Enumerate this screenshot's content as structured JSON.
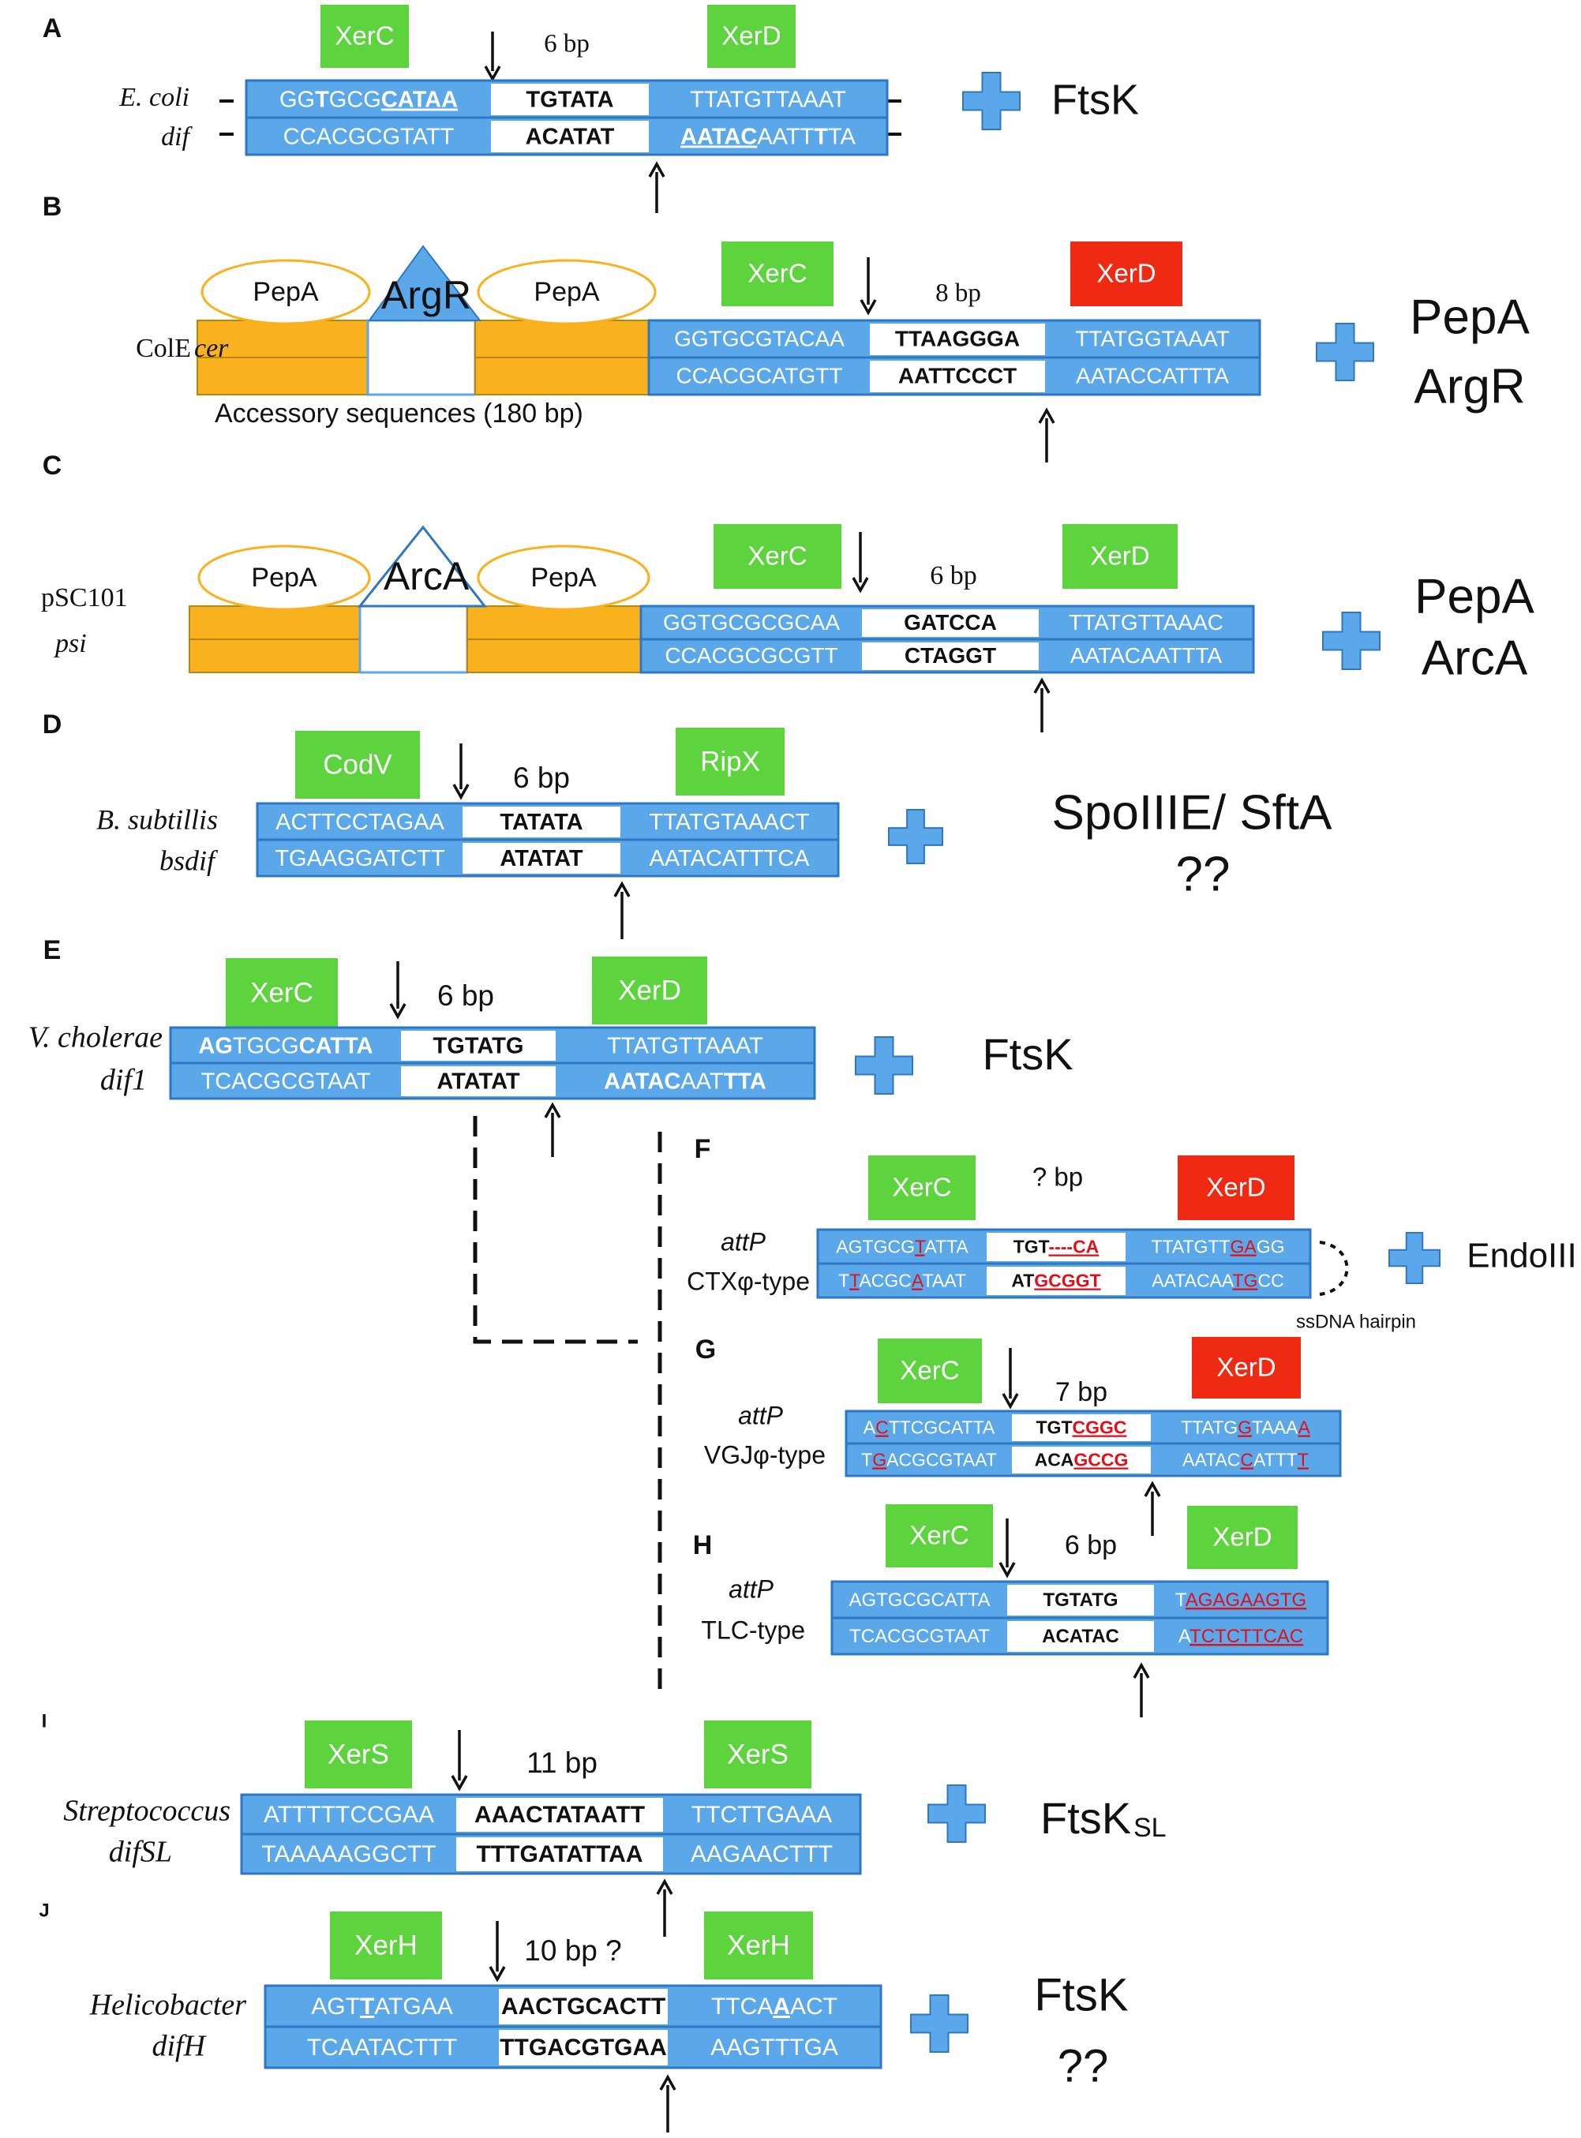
{
  "colors": {
    "blue": "#5aa8ea",
    "blueEdge": "#2f76c3",
    "green": "#5dd33e",
    "red": "#f02a12",
    "orange": "#f9b21e",
    "orangeEdge": "#b8860b",
    "redText": "#e0101a",
    "bold": "#111111"
  },
  "panels": [
    {
      "letter": "A",
      "org1": "E. coli",
      "org2": "dif",
      "org2Italic": true,
      "rec1": "XerC",
      "rec2": "XerD",
      "rec1Color": "green",
      "rec2Color": "green",
      "spacer": "6 bp",
      "top": [
        [
          "GG",
          0
        ],
        [
          "T",
          1
        ],
        [
          "GCG",
          0
        ],
        [
          "CATAA",
          1,
          1
        ]
      ],
      "topMid": [
        [
          "TGTATA",
          0
        ]
      ],
      "topRight": [
        [
          "TTATGTTAAAT",
          0
        ]
      ],
      "bot": [
        [
          "CCACGCGTATT",
          0
        ]
      ],
      "botMid": [
        [
          "ACATAT",
          0
        ]
      ],
      "botRight": [
        [
          "AATAC",
          1,
          1
        ],
        [
          "AATT",
          0
        ],
        [
          "T",
          1
        ],
        [
          "TA",
          0
        ]
      ],
      "factors": [
        "FtsK"
      ]
    },
    {
      "letter": "B",
      "org1": "ColE",
      "org2": "cer",
      "rec1": "XerC",
      "rec2": "XerD",
      "rec1Color": "green",
      "rec2Color": "red",
      "spacer": "8 bp",
      "accLabel": "Accessory sequences (180 bp)",
      "protA": "PepA",
      "protMid": "ArgR",
      "protB": "PepA",
      "top": [
        [
          "GGTGCGTACAA",
          0
        ]
      ],
      "topMid": [
        [
          "TTAAGGGA",
          0
        ]
      ],
      "topRight": [
        [
          "TTATGGTAAAT",
          0
        ]
      ],
      "bot": [
        [
          "CCACGCATGTT",
          0
        ]
      ],
      "botMid": [
        [
          "AATTCCCT",
          0
        ]
      ],
      "botRight": [
        [
          "AATACCATTTA",
          0
        ]
      ],
      "factors": [
        "PepA",
        "ArgR"
      ]
    },
    {
      "letter": "C",
      "org1": "pSC101",
      "org2": "psi",
      "rec1": "XerC",
      "rec2": "XerD",
      "rec1Color": "green",
      "rec2Color": "green",
      "spacer": "6 bp",
      "protA": "PepA",
      "protMid": "ArcA",
      "protB": "PepA",
      "top": [
        [
          "GGTGCGCGCAA",
          0
        ]
      ],
      "topMid": [
        [
          "GATCCA",
          0
        ]
      ],
      "topRight": [
        [
          "TTATGTTAAAC",
          0
        ]
      ],
      "bot": [
        [
          "CCACGCGCGTT",
          0
        ]
      ],
      "botMid": [
        [
          "CTAGGT",
          0
        ]
      ],
      "botRight": [
        [
          "AATACAATTTA",
          0
        ]
      ],
      "factors": [
        "PepA",
        "ArcA"
      ]
    },
    {
      "letter": "D",
      "org1": "B. subtillis",
      "org2": "bsdif",
      "rec1": "CodV",
      "rec2": "RipX",
      "rec1Color": "green",
      "rec2Color": "green",
      "spacer": "6 bp",
      "top": [
        [
          "ACTTCCTAGAA",
          0
        ]
      ],
      "topMid": [
        [
          "TATATA",
          0
        ]
      ],
      "topRight": [
        [
          "TTATGTAAACT",
          0
        ]
      ],
      "bot": [
        [
          "TGAAGGATCTT",
          0
        ]
      ],
      "botMid": [
        [
          "ATATAT",
          0
        ]
      ],
      "botRight": [
        [
          "AATACATTTCA",
          0
        ]
      ],
      "factors": [
        "SpoIIIE/ SftA",
        "??"
      ]
    },
    {
      "letter": "E",
      "org1": "V. cholerae",
      "org2": "dif1",
      "rec1": "XerC",
      "rec2": "XerD",
      "rec1Color": "green",
      "rec2Color": "green",
      "spacer": "6 bp",
      "top": [
        [
          "AG",
          1
        ],
        [
          "T",
          0
        ],
        [
          "GCG",
          0
        ],
        [
          "CATTA",
          1
        ]
      ],
      "topMid": [
        [
          "TGTATG",
          0
        ]
      ],
      "topRight": [
        [
          "TTATGTTAAAT",
          0
        ]
      ],
      "bot": [
        [
          "TCACGCGTAAT",
          0
        ]
      ],
      "botMid": [
        [
          "ATATAT",
          0
        ]
      ],
      "botRight": [
        [
          "AATAC",
          1
        ],
        [
          "AAT",
          0
        ],
        [
          "TTA",
          1
        ]
      ],
      "factors": [
        "FtsK"
      ]
    },
    {
      "letter": "F",
      "org1": "attP",
      "org2": "CTXφ-type",
      "rec1": "XerC",
      "rec2": "XerD",
      "rec1Color": "green",
      "rec2Color": "red",
      "spacer": "? bp",
      "top": [
        [
          "AGTGCG",
          0
        ],
        [
          "T",
          2
        ],
        [
          "ATTA",
          0
        ]
      ],
      "topMid": [
        [
          "TGT",
          0
        ],
        [
          "----CA",
          2
        ]
      ],
      "topRight": [
        [
          "TTATGTT",
          0
        ],
        [
          "GA",
          2
        ],
        [
          "GG",
          0
        ]
      ],
      "bot": [
        [
          "T",
          0
        ],
        [
          "T",
          2
        ],
        [
          "ACGC",
          0
        ],
        [
          "A",
          2
        ],
        [
          "TAAT",
          0
        ]
      ],
      "botMid": [
        [
          "AT",
          0
        ],
        [
          "GCGGT",
          2
        ]
      ],
      "botRight": [
        [
          "AATACAA",
          0
        ],
        [
          "TG",
          2
        ],
        [
          "CC",
          0
        ]
      ],
      "factors": [
        "EndoIII"
      ],
      "hairpin": "ssDNA hairpin"
    },
    {
      "letter": "G",
      "org1": "attP",
      "org2": "VGJφ-type",
      "rec1": "XerC",
      "rec2": "XerD",
      "rec1Color": "green",
      "rec2Color": "red",
      "spacer": "7 bp",
      "top": [
        [
          "A",
          0
        ],
        [
          "C",
          2
        ],
        [
          "TTCGCATTA",
          0
        ]
      ],
      "topMid": [
        [
          "TGT",
          0
        ],
        [
          "CGGC",
          2
        ]
      ],
      "topRight": [
        [
          "TTATG",
          0
        ],
        [
          "G",
          2
        ],
        [
          "TAAA",
          0
        ],
        [
          "A",
          2
        ]
      ],
      "bot": [
        [
          "T",
          0
        ],
        [
          "G",
          2
        ],
        [
          "ACGCGTAAT",
          0
        ]
      ],
      "botMid": [
        [
          "ACA",
          0
        ],
        [
          "GCCG",
          2
        ]
      ],
      "botRight": [
        [
          "AATAC",
          0
        ],
        [
          "C",
          2
        ],
        [
          "ATTT",
          0
        ],
        [
          "T",
          2
        ]
      ]
    },
    {
      "letter": "H",
      "org1": "attP",
      "org2": "TLC-type",
      "rec1": "XerC",
      "rec2": "XerD",
      "rec1Color": "green",
      "rec2Color": "green",
      "spacer": "6 bp",
      "top": [
        [
          "AGTGCGCATTA",
          0
        ]
      ],
      "topMid": [
        [
          "TGTATG",
          0
        ]
      ],
      "topRight": [
        [
          "T",
          0
        ],
        [
          "AGAG",
          2
        ],
        [
          "AA",
          2
        ],
        [
          "GTG",
          2
        ]
      ],
      "bot": [
        [
          "TCACGCGTAAT",
          0
        ]
      ],
      "botMid": [
        [
          "ACATAC",
          0
        ]
      ],
      "botRight": [
        [
          "A",
          0
        ],
        [
          "TCTC",
          2
        ],
        [
          "TT",
          2
        ],
        [
          "CAC",
          2
        ]
      ]
    },
    {
      "letter": "I",
      "org1": "Streptococcus",
      "org2": "difSL",
      "rec1": "XerS",
      "rec2": "XerS",
      "rec1Color": "green",
      "rec2Color": "green",
      "spacer": "11 bp",
      "top": [
        [
          "ATTTTTCCGAA",
          0
        ]
      ],
      "topMid": [
        [
          "AAACTATAATT",
          0
        ]
      ],
      "topRight": [
        [
          "TTCTTGAAA",
          0
        ]
      ],
      "bot": [
        [
          "TAAAAAGGCTT",
          0
        ]
      ],
      "botMid": [
        [
          "TTTGATATTAA",
          0
        ]
      ],
      "botRight": [
        [
          "AAGAACTTT",
          0
        ]
      ],
      "factors": [
        "FtsK"
      ],
      "factorSub": "SL"
    },
    {
      "letter": "J",
      "org1": "Helicobacter",
      "org2": "difH",
      "rec1": "XerH",
      "rec2": "XerH",
      "rec1Color": "green",
      "rec2Color": "green",
      "spacer": "10 bp ?",
      "top": [
        [
          "AGT",
          0
        ],
        [
          "T",
          1,
          1
        ],
        [
          "ATGAA",
          0
        ]
      ],
      "topMid": [
        [
          "AACTGCACTT",
          0
        ]
      ],
      "topRight": [
        [
          "TTCA",
          0
        ],
        [
          "A",
          1,
          1
        ],
        [
          "ACT",
          0
        ]
      ],
      "bot": [
        [
          "TCAATACTTT",
          0
        ]
      ],
      "botMid": [
        [
          "TTGACGTGAA",
          0
        ]
      ],
      "botRight": [
        [
          "AAGTTTGA",
          0
        ]
      ],
      "factors": [
        "FtsK",
        "??"
      ]
    }
  ]
}
